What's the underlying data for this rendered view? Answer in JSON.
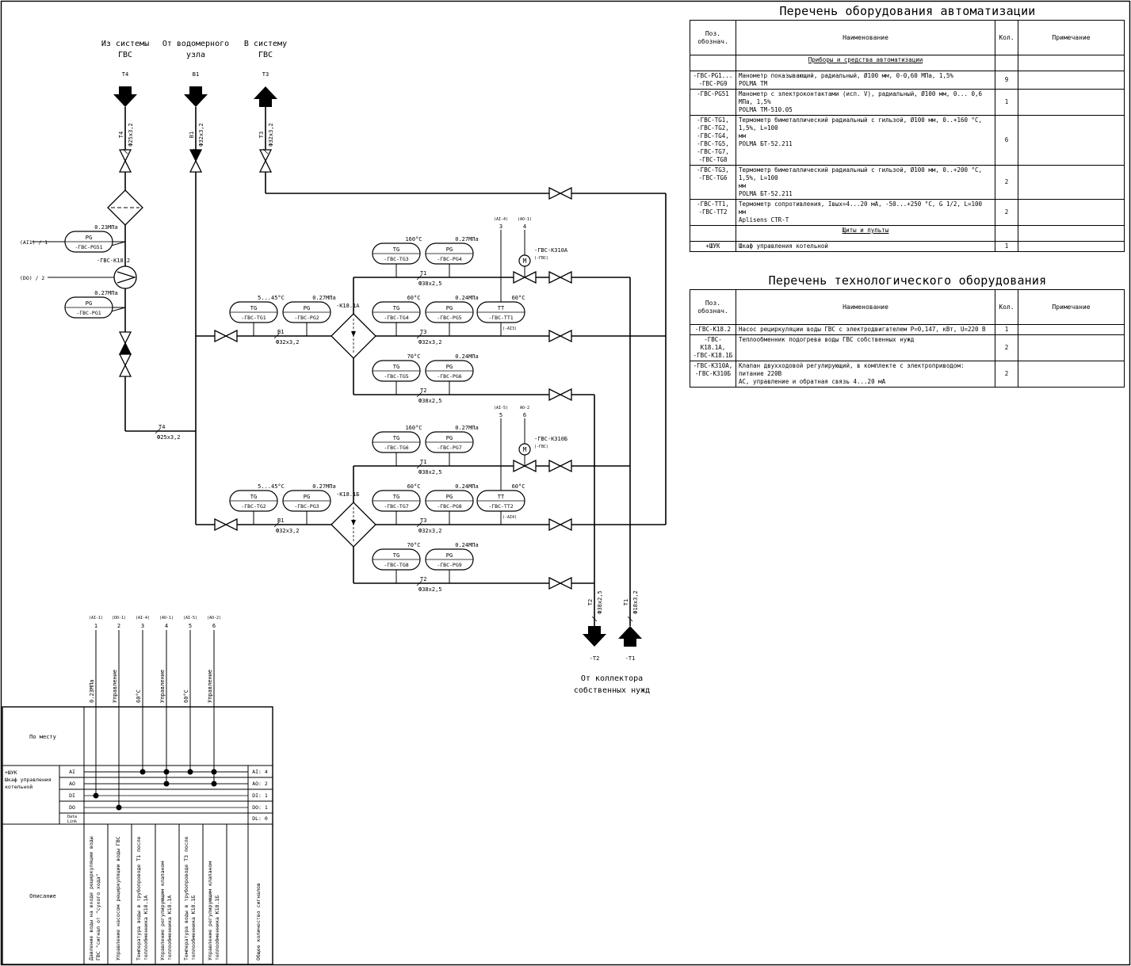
{
  "diagram": {
    "source_labels": {
      "t4": "Из системы\nГВС",
      "b1": "От водомерного\nузла",
      "t3": "В систему\nГВС",
      "collector": "От коллектора\nсобственных нужд"
    },
    "line_tags": {
      "t4_top": "T4",
      "b1_top": "B1",
      "t3_top": "T3",
      "t2_bottom": "-T2",
      "t1_bottom": "-T1"
    },
    "pipe_labels": [
      {
        "id": "t4v",
        "mark": "T4",
        "size": "Ф25х3,2"
      },
      {
        "id": "b1v",
        "mark": "B1",
        "size": "Ф32х3,2"
      },
      {
        "id": "t3v",
        "mark": "T3",
        "size": "Ф32х3,2"
      },
      {
        "id": "t4h",
        "mark": "T4",
        "size": "Ф25х3,2"
      },
      {
        "id": "b1a",
        "mark": "B1",
        "size": "Ф32х3,2"
      },
      {
        "id": "t1a",
        "mark": "T1",
        "size": "Ф38х2,5"
      },
      {
        "id": "t3a",
        "mark": "T3",
        "size": "Ф32х3,2"
      },
      {
        "id": "t2a",
        "mark": "T2",
        "size": "Ф38х2,5"
      },
      {
        "id": "t1b",
        "mark": "T1",
        "size": "Ф38х2,5"
      },
      {
        "id": "b1b",
        "mark": "B1",
        "size": "Ф32х3,2"
      },
      {
        "id": "t3b",
        "mark": "T3",
        "size": "Ф32х3,2"
      },
      {
        "id": "t2b",
        "mark": "T2",
        "size": "Ф38х2,5"
      },
      {
        "id": "t2out",
        "mark": "T2",
        "size": "Ф38х2,5"
      },
      {
        "id": "t1out",
        "mark": "T1",
        "size": "Ф18х3,2"
      }
    ],
    "instruments": [
      {
        "id": "pg5",
        "type": "PG",
        "tag": "-ГВС-PG51",
        "value": "0.23МПа"
      },
      {
        "id": "pg",
        "type": "PG",
        "tag": "-ГВС-PG1",
        "value": "0.27МПа"
      },
      {
        "id": "tg1",
        "type": "TG",
        "tag": "-ГВС-TG1",
        "value": "5...45°C"
      },
      {
        "id": "pg2",
        "type": "PG",
        "tag": "-ГВС-PG2",
        "value": "0.27МПа"
      },
      {
        "id": "tg3",
        "type": "TG",
        "tag": "-ГВС-TG3",
        "value": "160°C"
      },
      {
        "id": "pg4",
        "type": "PG",
        "tag": "-ГВС-PG4",
        "value": "0.27МПа"
      },
      {
        "id": "tg4",
        "type": "TG",
        "tag": "-ГВС-TG4",
        "value": "60°C"
      },
      {
        "id": "pg5b",
        "type": "PG",
        "tag": "-ГВС-PG5",
        "value": "0.24МПа"
      },
      {
        "id": "tt1",
        "type": "TT",
        "tag": "-ГВС-TT1",
        "value": "60°C"
      },
      {
        "id": "tg5",
        "type": "TG",
        "tag": "-ГВС-TG5",
        "value": "70°C"
      },
      {
        "id": "pg6",
        "type": "PG",
        "tag": "-ГВС-PG6",
        "value": "0.24МПа"
      },
      {
        "id": "tg6",
        "type": "TG",
        "tag": "-ГВС-TG6",
        "value": "160°C"
      },
      {
        "id": "pg7",
        "type": "PG",
        "tag": "-ГВС-PG7",
        "value": "0.27МПа"
      },
      {
        "id": "tg2",
        "type": "TG",
        "tag": "-ГВС-TG2",
        "value": "5...45°C"
      },
      {
        "id": "pg3",
        "type": "PG",
        "tag": "-ГВС-PG3",
        "value": "0.27МПа"
      },
      {
        "id": "tg7",
        "type": "TG",
        "tag": "-ГВС-TG7",
        "value": "60°C"
      },
      {
        "id": "pg8",
        "type": "PG",
        "tag": "-ГВС-PG8",
        "value": "0.24МПа"
      },
      {
        "id": "tt2",
        "type": "TT",
        "tag": "-ГВС-TT2",
        "value": "60°C"
      },
      {
        "id": "tg8",
        "type": "TG",
        "tag": "-ГВС-TG8",
        "value": "70°C"
      },
      {
        "id": "pg9",
        "type": "PG",
        "tag": "-ГВС-PG9",
        "value": "0.24МПа"
      }
    ],
    "equipment_tags": {
      "pump": "-ГВС-K18.2",
      "hx_a": "-K18.1A",
      "hx_b": "-K18.1Б",
      "valve_a": "-ГВС-K310A",
      "valve_b": "-ГВС-K310Б",
      "actuator_a": "(-ГВС)",
      "actuator_b": "(-ГВС)",
      "pg5_ref": "(AI1) / 1",
      "pump_ref": "(DO) / 2",
      "valve_a_signals": [
        {
          "ref": "(AI-4)",
          "num": "3"
        },
        {
          "ref": "(AO-1)",
          "num": "4"
        }
      ],
      "valve_b_signals": [
        {
          "ref": "(AI-5)",
          "num": "5"
        },
        {
          "ref": "AO-2",
          "num": "6"
        }
      ],
      "tt_ref_a": "(-AI3)",
      "tt_ref_b": "(-AI4)"
    },
    "bottom_signals": [
      {
        "ref": "(AI-1)",
        "num": "1",
        "value": "0.23МПа"
      },
      {
        "ref": "(DO-1)",
        "num": "2",
        "value": "Управление"
      },
      {
        "ref": "(AI-4)",
        "num": "3",
        "value": "60°C"
      },
      {
        "ref": "(AO-1)",
        "num": "4",
        "value": "Управление"
      },
      {
        "ref": "(AI-5)",
        "num": "5",
        "value": "60°C"
      },
      {
        "ref": "(AO-2)",
        "num": "6",
        "value": "Управление"
      }
    ]
  },
  "io_table": {
    "place_label": "По месту",
    "cabinet": "+ШУК\nШкаф управления\nкотельной",
    "rows": [
      {
        "type": "AI",
        "total": "AI: 4"
      },
      {
        "type": "AO",
        "total": "AO: 2"
      },
      {
        "type": "DI",
        "total": "DI: 1"
      },
      {
        "type": "DO",
        "total": "DO: 1"
      },
      {
        "type": "Data\nLink",
        "total": "DL: 0"
      }
    ],
    "description_label": "Описание",
    "descriptions": [
      "Давление воды на входе рециркуляции воды\nГВС \"сигнал от \"сухого хода\"",
      "Управление насосом рециркуляции воды ГВС",
      "Температура воды в трубопроводе Т1 после\nтеплообменника К18.1А",
      "Управление регулирующим клапаном\nтеплообменника К18.1А",
      "Температура воды в трубопроводе Т3 после\nтеплообменника К18.1Б",
      "Управление регулирующим клапаном\nтеплообменника К18.1Б",
      "",
      "Общее количество сигналов"
    ]
  },
  "automation_table": {
    "title": "Перечень оборудования автоматизации",
    "headers": {
      "pos": "Поз.\nобознач.",
      "name": "Наименование",
      "qty": "Кол.",
      "note": "Примечание"
    },
    "rows": [
      {
        "section": "Приборы и средства автоматизации"
      },
      {
        "pos": "-ГВС-PG1...\n-ГВС-PG9",
        "name": "Манометр показывающий, радиальный, Ø100 мм, 0-0,60 МПа, 1,5%\nPOLMA TM",
        "qty": "9",
        "note": ""
      },
      {
        "pos": "-ГВС-PG51",
        "name": "Манометр с электроконтактами (исп. V), радиальный, Ø100 мм, 0... 0,6 МПа, 1,5%\nPOLMA TM-510.05",
        "qty": "1",
        "note": ""
      },
      {
        "pos": "-ГВС-TG1,\n-ГВС-TG2,\n-ГВС-TG4,\n-ГВС-TG5,\n-ГВС-TG7,\n-ГВС-TG8",
        "name": "Термометр биметаллический радиальный с гильзой, Ø100 мм, 0..+160 °C, 1,5%, L=100\nмм\nPOLMA БТ-52.211",
        "qty": "6",
        "note": ""
      },
      {
        "pos": "-ГВС-TG3,\n-ГВС-TG6",
        "name": "Термометр биметаллический радиальный с гильзой, Ø100 мм, 0..+200 °C, 1,5%, L=100\nмм\nPOLMA БТ-52.211",
        "qty": "2",
        "note": ""
      },
      {
        "pos": "-ГВС-TT1,\n-ГВС-TT2",
        "name": "Термометр сопротивления, Iвых=4...20 мА, -50...+250 °C, G 1/2, L=100 мм\nAplisens CTR-T",
        "qty": "2",
        "note": ""
      },
      {
        "section": "Щиты и пульты"
      },
      {
        "pos": "+ШУК",
        "name": "Шкаф управления котельной",
        "qty": "1",
        "note": ""
      }
    ]
  },
  "process_table": {
    "title": "Перечень технологического оборудования",
    "headers": {
      "pos": "Поз.\nобознач.",
      "name": "Наименование",
      "qty": "Кол.",
      "note": "Примечание"
    },
    "rows": [
      {
        "pos": "-ГВС-K18.2",
        "name": "Насос рециркуляции воды ГВС с электродвигателем P=0,147, кВт, U=220 В",
        "qty": "1",
        "note": ""
      },
      {
        "pos": "-ГВС-K18.1A,\n-ГВС-K18.1Б",
        "name": "Теплообменник подогрева воды ГВС собственных нужд",
        "qty": "2",
        "note": ""
      },
      {
        "pos": "-ГВС-K310A,\n-ГВС-K310Б",
        "name": "Клапан двухходовой регулирующий, в комплекте с электроприводом: питание 220В\nAC, управление и обратная связь 4...20 мА",
        "qty": "2",
        "note": ""
      }
    ]
  }
}
